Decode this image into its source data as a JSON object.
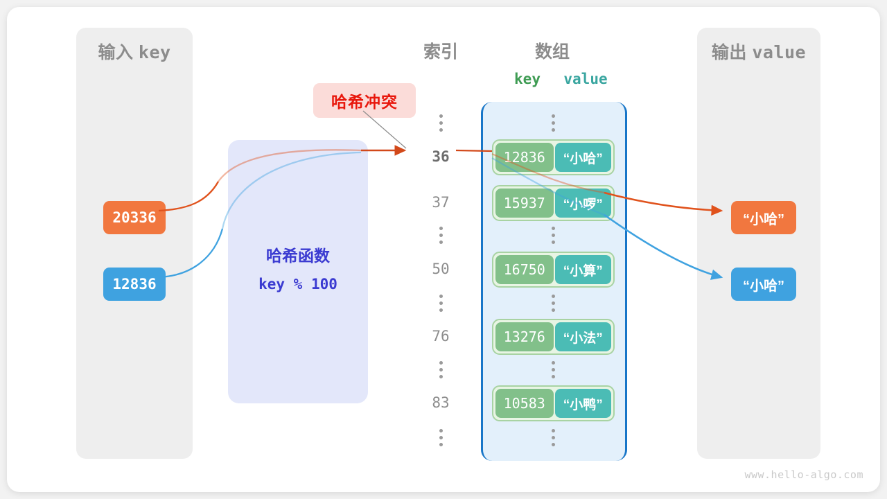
{
  "diagram": {
    "watermark": "www.hello-algo.com",
    "collision_label": "哈希冲突",
    "colors": {
      "orange": "#f1773f",
      "blue": "#3fa2e0",
      "green_key": "#82c08a",
      "teal_value": "#4bbcb5",
      "array_border": "#1876c8",
      "array_fill": "#e3f0fb",
      "hash_box_fill": "#e3e7fa",
      "hash_text": "#3b3bd1",
      "collision_red": "#e8170c",
      "collision_bg": "#fbdcd9",
      "panel_gray": "#eeeeee",
      "label_gray": "#8c8c8c"
    }
  },
  "input_panel": {
    "title_cn": "输入",
    "title_mono": "key",
    "keys": [
      {
        "value": "20336",
        "color": "#f1773f"
      },
      {
        "value": "12836",
        "color": "#3fa2e0"
      }
    ]
  },
  "hash_function": {
    "title": "哈希函数",
    "expression": "key % 100"
  },
  "index_column": {
    "header": "索引",
    "items": [
      {
        "type": "dots"
      },
      {
        "type": "index",
        "label": "36",
        "current": true
      },
      {
        "type": "index",
        "label": "37",
        "current": false
      },
      {
        "type": "dots"
      },
      {
        "type": "index",
        "label": "50",
        "current": false
      },
      {
        "type": "dots"
      },
      {
        "type": "index",
        "label": "76",
        "current": false
      },
      {
        "type": "dots"
      },
      {
        "type": "index",
        "label": "83",
        "current": false
      },
      {
        "type": "dots"
      }
    ]
  },
  "array_column": {
    "header": "数组",
    "key_header": "key",
    "value_header": "value",
    "rows": [
      {
        "type": "dots"
      },
      {
        "type": "entry",
        "key": "12836",
        "value": "“小哈”"
      },
      {
        "type": "entry",
        "key": "15937",
        "value": "“小啰”"
      },
      {
        "type": "dots"
      },
      {
        "type": "entry",
        "key": "16750",
        "value": "“小算”"
      },
      {
        "type": "dots"
      },
      {
        "type": "entry",
        "key": "13276",
        "value": "“小法”"
      },
      {
        "type": "dots"
      },
      {
        "type": "entry",
        "key": "10583",
        "value": "“小鸭”"
      },
      {
        "type": "dots"
      }
    ]
  },
  "output_panel": {
    "title_cn": "输出",
    "title_mono": "value",
    "values": [
      {
        "value": "“小哈”",
        "color": "#f1773f"
      },
      {
        "value": "“小哈”",
        "color": "#3fa2e0"
      }
    ]
  }
}
